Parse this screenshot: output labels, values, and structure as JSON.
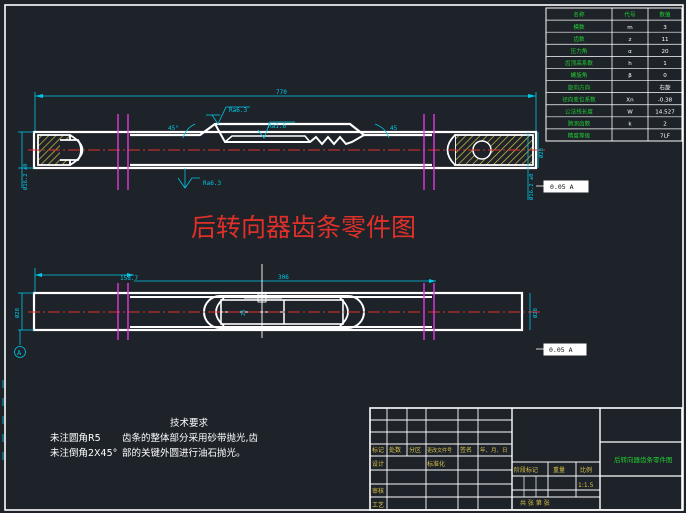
{
  "drawing_title": "后转向器齿条零件图",
  "param_table": {
    "headers": [
      "名称",
      "代号",
      "数值"
    ],
    "rows": [
      [
        "模数",
        "m",
        "3"
      ],
      [
        "齿数",
        "z",
        "11"
      ],
      [
        "压力角",
        "α",
        "20"
      ],
      [
        "齿顶高系数",
        "h",
        "1"
      ],
      [
        "螺旋角",
        "β",
        "0"
      ],
      [
        "旋向方向",
        "",
        "右旋"
      ],
      [
        "径向变位系数",
        "Xn",
        "-0.38"
      ],
      [
        "公法线长度",
        "W",
        "14.527"
      ],
      [
        "跨测齿数",
        "k",
        "2"
      ],
      [
        "精度等级",
        "",
        "7LF"
      ]
    ]
  },
  "dims": {
    "overall": "770",
    "angle_left": "45°",
    "angle_right": "45",
    "rough_top": "Ra6.3",
    "rough_mid": "Ra1.6",
    "rough_bot": "Ra6.3",
    "left_dia": "Ø16.2 ±0",
    "right_dia": "Ø28",
    "right_vert": "Ø16.2 ±0",
    "top_view_left": "158.7",
    "top_view_mid": "306",
    "top_view_h": "Ø28",
    "top_view_slot": "25",
    "top_view_right": "Ø28",
    "datum_mark": "A"
  },
  "tolerance_frames": {
    "first": "0.05 A",
    "second": "0.05 A"
  },
  "notes": {
    "left_line1": "未注圆角R5",
    "left_line2": "未注倒角2X45°",
    "tech_title": "技术要求",
    "tech_line1": "齿条的整体部分采用砂带抛光,齿",
    "tech_line2": "部的关键外圆进行油石抛光。"
  },
  "title_block": {
    "part_name": "后转向器齿条零件图",
    "row_labels": [
      "标记",
      "处数",
      "分区",
      "更改文件号",
      "签名",
      "年、月、日"
    ],
    "design": "设计",
    "standard": "标准化",
    "review": "审核",
    "process": "工艺",
    "stage": "阶段标记",
    "weight": "重量",
    "scale": "比例",
    "scale_value": "1:1.5",
    "sheets": "共 张 第 张"
  },
  "colors": {
    "background": "#1e2229",
    "outline": "#ffffff",
    "dimension": "#00c8e6",
    "center_line": "#e0302a",
    "magenta": "#e23ae0",
    "hatch": "#d8c34a",
    "green_text": "#22cc33",
    "title_red": "#e0302a"
  }
}
